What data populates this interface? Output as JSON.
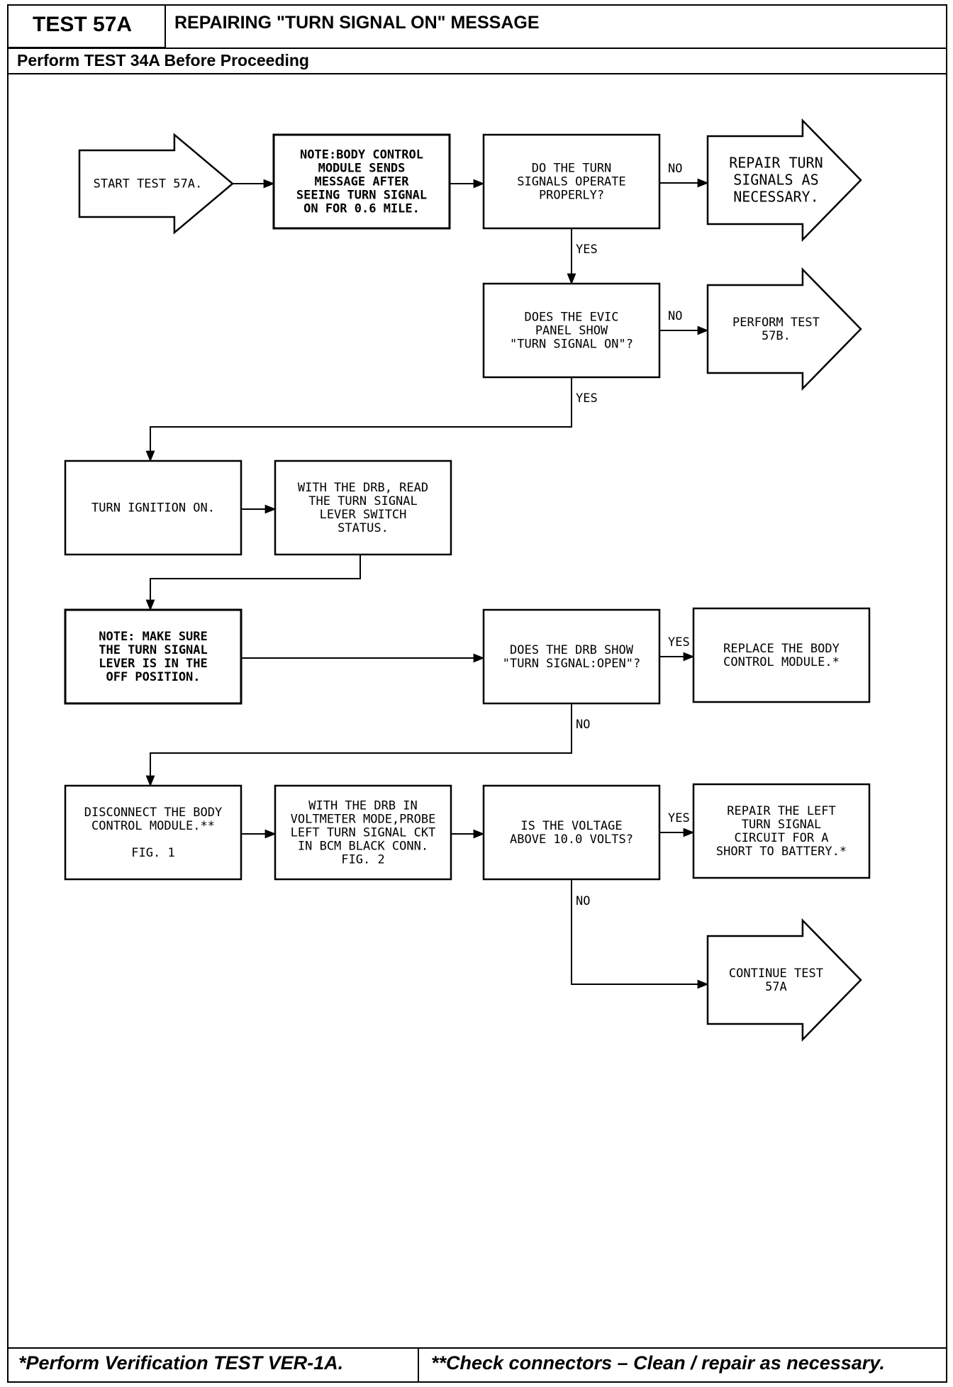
{
  "header": {
    "test_id": "TEST 57A",
    "title": "REPAIRING \"TURN SIGNAL ON\" MESSAGE",
    "prerequisite": "Perform TEST 34A Before Proceeding"
  },
  "footer": {
    "left_note": "*Perform Verification TEST VER-1A.",
    "right_note": "**Check connectors – Clean / repair as necessary."
  },
  "flowchart": {
    "nodes": [
      {
        "id": "start",
        "shape": "arrow",
        "lines": [
          "START TEST 57A."
        ]
      },
      {
        "id": "note_bcm",
        "shape": "box",
        "bold": true,
        "lines": [
          "NOTE:BODY CONTROL",
          "MODULE SENDS",
          "MESSAGE AFTER",
          "SEEING TURN SIGNAL",
          "ON FOR 0.6 MILE."
        ]
      },
      {
        "id": "q_turn_signals",
        "shape": "box",
        "lines": [
          "DO THE TURN",
          "SIGNALS OPERATE",
          "PROPERLY?"
        ]
      },
      {
        "id": "repair_turn",
        "shape": "arrow",
        "sans": true,
        "lines": [
          "REPAIR TURN",
          "SIGNALS AS",
          "NECESSARY."
        ]
      },
      {
        "id": "q_evic",
        "shape": "box",
        "lines": [
          "DOES THE EVIC",
          "PANEL SHOW",
          "\"TURN SIGNAL ON\"?"
        ]
      },
      {
        "id": "perform_57b",
        "shape": "arrow",
        "lines": [
          "PERFORM TEST",
          "57B."
        ]
      },
      {
        "id": "ignition_on",
        "shape": "box",
        "lines": [
          "TURN IGNITION ON."
        ]
      },
      {
        "id": "read_lever",
        "shape": "box",
        "lines": [
          "WITH THE DRB, READ",
          "THE TURN SIGNAL",
          "LEVER SWITCH",
          "STATUS."
        ]
      },
      {
        "id": "note_lever",
        "shape": "box",
        "bold": true,
        "lines": [
          "NOTE: MAKE SURE",
          "THE TURN SIGNAL",
          "LEVER IS IN THE",
          "OFF POSITION."
        ]
      },
      {
        "id": "q_open",
        "shape": "box",
        "lines": [
          "DOES THE DRB SHOW",
          "\"TURN SIGNAL:OPEN\"?"
        ]
      },
      {
        "id": "replace_bcm",
        "shape": "box",
        "lines": [
          "REPLACE THE BODY",
          "CONTROL MODULE.*"
        ]
      },
      {
        "id": "disconnect_bcm",
        "shape": "box",
        "lines": [
          "DISCONNECT THE BODY",
          "CONTROL MODULE.**",
          "",
          "FIG. 1"
        ]
      },
      {
        "id": "probe",
        "shape": "box",
        "lines": [
          "WITH THE DRB IN",
          "VOLTMETER MODE,PROBE",
          "LEFT TURN SIGNAL CKT",
          "IN BCM BLACK CONN.",
          "FIG. 2"
        ]
      },
      {
        "id": "q_voltage",
        "shape": "box",
        "lines": [
          "IS THE VOLTAGE",
          "ABOVE 10.0 VOLTS?"
        ]
      },
      {
        "id": "repair_short",
        "shape": "box",
        "lines": [
          "REPAIR THE LEFT",
          "TURN SIGNAL",
          "CIRCUIT FOR A",
          "SHORT TO BATTERY.*"
        ]
      },
      {
        "id": "continue_57a",
        "shape": "arrow",
        "lines": [
          "CONTINUE TEST",
          "57A"
        ]
      }
    ],
    "edge_labels": {
      "no": "NO",
      "yes": "YES"
    }
  }
}
